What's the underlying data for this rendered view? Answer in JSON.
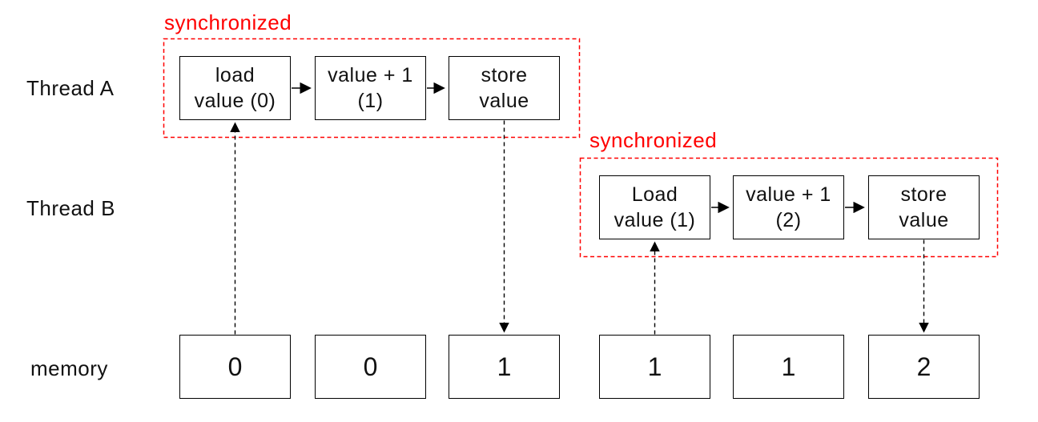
{
  "colors": {
    "sync_red": "#ff0000",
    "line_black": "#000000",
    "text": "#111111",
    "background": "#ffffff"
  },
  "row_labels": {
    "thread_a": "Thread A",
    "thread_b": "Thread B",
    "memory": "memory"
  },
  "thread_a": {
    "sync_label": "synchronized",
    "steps": [
      {
        "line1": "load",
        "line2": "value (0)"
      },
      {
        "line1": "value + 1",
        "line2": "(1)"
      },
      {
        "line1": "store",
        "line2": "value"
      }
    ]
  },
  "thread_b": {
    "sync_label": "synchronized",
    "steps": [
      {
        "line1": "Load",
        "line2": "value (1)"
      },
      {
        "line1": "value + 1",
        "line2": "(2)"
      },
      {
        "line1": "store",
        "line2": "value"
      }
    ]
  },
  "memory_cells": [
    "0",
    "0",
    "1",
    "1",
    "1",
    "2"
  ]
}
